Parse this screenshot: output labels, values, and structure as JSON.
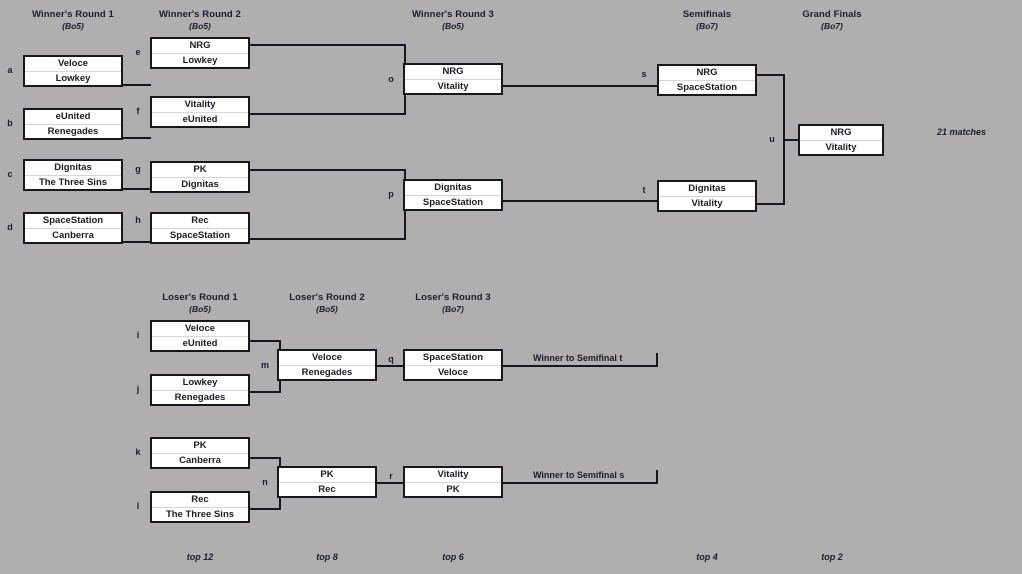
{
  "meta": {
    "background_color": "#b0aeae",
    "box_fill": "#ffffff",
    "line_color": "#17171f",
    "total_matches_note": "21 matches"
  },
  "headings": [
    {
      "key": "wr1",
      "title": "Winner's Round 1",
      "format": "(Bo5)"
    },
    {
      "key": "wr2",
      "title": "Winner's Round 2",
      "format": "(Bo5)"
    },
    {
      "key": "wr3",
      "title": "Winner's Round 3",
      "format": "(Bo5)"
    },
    {
      "key": "sf",
      "title": "Semifinals",
      "format": "(Bo7)"
    },
    {
      "key": "gf",
      "title": "Grand Finals",
      "format": "(Bo7)"
    },
    {
      "key": "lr1",
      "title": "Loser's Round 1",
      "format": "(Bo5)"
    },
    {
      "key": "lr2",
      "title": "Loser's Round 2",
      "format": "(Bo5)"
    },
    {
      "key": "lr3",
      "title": "Loser's Round 3",
      "format": "(Bo7)"
    }
  ],
  "matches": {
    "a": {
      "label": "a",
      "top": "Veloce",
      "bottom": "Lowkey"
    },
    "b": {
      "label": "b",
      "top": "eUnited",
      "bottom": "Renegades"
    },
    "c": {
      "label": "c",
      "top": "Dignitas",
      "bottom": "The Three Sins"
    },
    "d": {
      "label": "d",
      "top": "SpaceStation",
      "bottom": "Canberra"
    },
    "e": {
      "label": "e",
      "top": "NRG",
      "bottom": "Lowkey"
    },
    "f": {
      "label": "f",
      "top": "Vitality",
      "bottom": "eUnited"
    },
    "g": {
      "label": "g",
      "top": "PK",
      "bottom": "Dignitas"
    },
    "h": {
      "label": "h",
      "top": "Rec",
      "bottom": "SpaceStation"
    },
    "o": {
      "label": "o",
      "top": "NRG",
      "bottom": "Vitality"
    },
    "p": {
      "label": "p",
      "top": "Dignitas",
      "bottom": "SpaceStation"
    },
    "s": {
      "label": "s",
      "top": "NRG",
      "bottom": "SpaceStation"
    },
    "t": {
      "label": "t",
      "top": "Dignitas",
      "bottom": "Vitality"
    },
    "u": {
      "label": "u",
      "top": "NRG",
      "bottom": "Vitality"
    },
    "i": {
      "label": "i",
      "top": "Veloce",
      "bottom": "eUnited"
    },
    "j": {
      "label": "j",
      "top": "Lowkey",
      "bottom": "Renegades"
    },
    "k": {
      "label": "k",
      "top": "PK",
      "bottom": "Canberra"
    },
    "l": {
      "label": "l",
      "top": "Rec",
      "bottom": "The Three Sins"
    },
    "m": {
      "label": "m",
      "top": "Veloce",
      "bottom": "Renegades"
    },
    "n": {
      "label": "n",
      "top": "PK",
      "bottom": "Rec"
    },
    "q": {
      "label": "q",
      "top": "SpaceStation",
      "bottom": "Veloce"
    },
    "r": {
      "label": "r",
      "top": "Vitality",
      "bottom": "PK"
    }
  },
  "advance_notes": [
    {
      "key": "q_out",
      "text": "Winner to Semifinal t"
    },
    {
      "key": "r_out",
      "text": "Winner to Semifinal s"
    }
  ],
  "placement_labels": [
    {
      "key": "p12",
      "text": "top 12"
    },
    {
      "key": "p8",
      "text": "top 8"
    },
    {
      "key": "p6",
      "text": "top 6"
    },
    {
      "key": "p4",
      "text": "top 4"
    },
    {
      "key": "p2",
      "text": "top 2"
    }
  ]
}
